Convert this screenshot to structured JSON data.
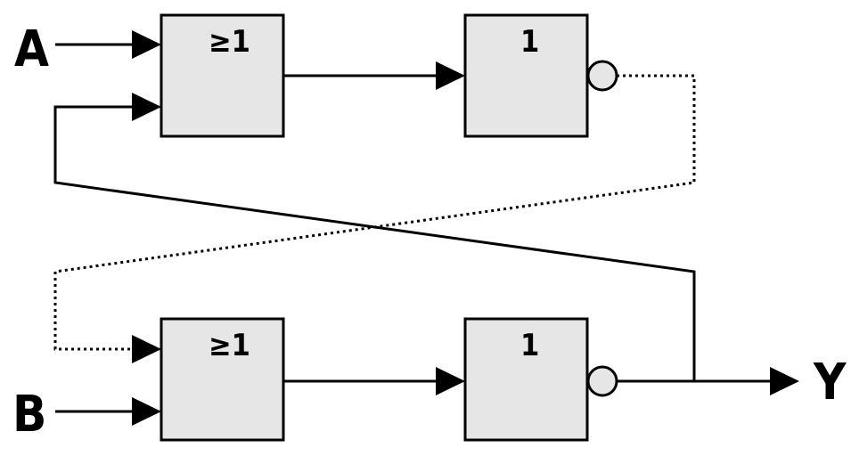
{
  "inputs": {
    "a": "A",
    "b": "B"
  },
  "output": {
    "y": "Y"
  },
  "gates": {
    "top_or": "≥1",
    "top_not": "1",
    "bottom_or": "≥1",
    "bottom_not": "1"
  },
  "colors": {
    "gate_fill": "#e6e6e6",
    "line": "#000000",
    "background": "#ffffff"
  }
}
